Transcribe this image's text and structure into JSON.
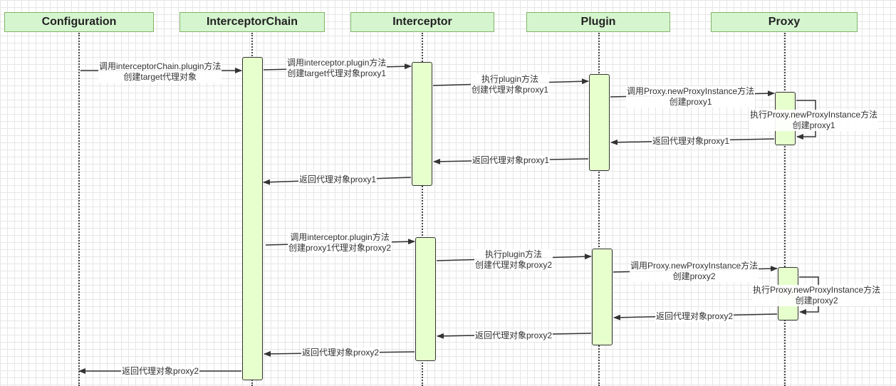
{
  "actors": [
    {
      "id": "configuration",
      "label": "Configuration"
    },
    {
      "id": "interceptorchain",
      "label": "InterceptorChain"
    },
    {
      "id": "interceptor",
      "label": "Interceptor"
    },
    {
      "id": "plugin",
      "label": "Plugin"
    },
    {
      "id": "proxy",
      "label": "Proxy"
    }
  ],
  "messages": {
    "m1": {
      "line1": "调用interceptorChain.plugin方法",
      "line2": "创建target代理对象"
    },
    "m2": {
      "line1": "调用interceptor.plugin方法",
      "line2": "创建target代理对象proxy1"
    },
    "m3": {
      "line1": "执行plugin方法",
      "line2": "创建代理对象proxy1"
    },
    "m4": {
      "line1": "调用Proxy.newProxyInstance方法",
      "line2": "创建proxy1"
    },
    "m5": {
      "line1": "执行Proxy.newProxyInstance方法",
      "line2": "创建proxy1"
    },
    "m6": {
      "line1": "返回代理对象proxy1"
    },
    "m7": {
      "line1": "返回代理对象proxy1"
    },
    "m8": {
      "line1": "返回代理对象proxy1"
    },
    "m9": {
      "line1": "调用interceptor.plugin方法",
      "line2": "创建proxy1代理对象proxy2"
    },
    "m10": {
      "line1": "执行plugin方法",
      "line2": "创建代理对象proxy2"
    },
    "m11": {
      "line1": "调用Proxy.newProxyInstance方法",
      "line2": "创建proxy2"
    },
    "m12": {
      "line1": "执行Proxy.newProxyInstance方法",
      "line2": "创建proxy2"
    },
    "m13": {
      "line1": "返回代理对象proxy2"
    },
    "m14": {
      "line1": "返回代理对象proxy2"
    },
    "m15": {
      "line1": "返回代理对象proxy2"
    },
    "m16": {
      "line1": "返回代理对象proxy2"
    }
  },
  "colors": {
    "actor_fill": "#d5f5cf",
    "actor_border": "#82b366",
    "activation_fill": "#e6ffcc",
    "line": "#333333"
  }
}
